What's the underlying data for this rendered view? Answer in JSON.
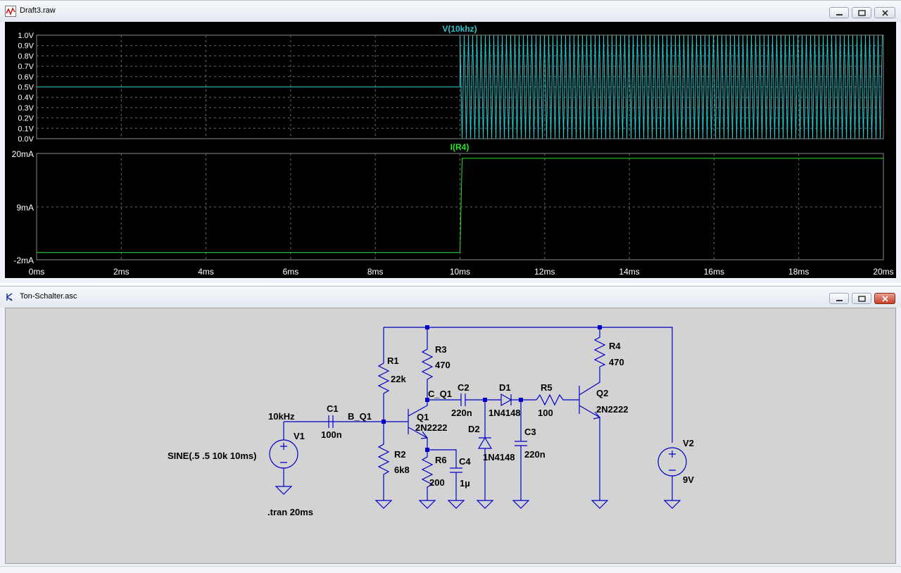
{
  "waveform_window": {
    "title": "Draft3.raw",
    "pane1": {
      "trace_label": "V(10khz)",
      "y_ticks": [
        "1.0V",
        "0.9V",
        "0.8V",
        "0.7V",
        "0.6V",
        "0.5V",
        "0.4V",
        "0.3V",
        "0.2V",
        "0.1V",
        "0.0V"
      ]
    },
    "pane2": {
      "trace_label": "I(R4)",
      "y_ticks": [
        "20mA",
        "9mA",
        "-2mA"
      ]
    },
    "x_ticks": [
      "0ms",
      "2ms",
      "4ms",
      "6ms",
      "8ms",
      "10ms",
      "12ms",
      "14ms",
      "16ms",
      "18ms",
      "20ms"
    ],
    "colors": {
      "voltage_trace": "#2bc6cc",
      "current_trace": "#2ee52e",
      "label_voltage": "#2bc6cc",
      "label_current": "#2ee52e"
    }
  },
  "chart_data": [
    {
      "type": "line",
      "series": [
        {
          "name": "V(10khz)",
          "description_points": [
            [
              0,
              0.5
            ],
            [
              10,
              0.5
            ]
          ],
          "after_10ms": "10 kHz sine, 0.0V to 1.0V"
        }
      ],
      "xlim": [
        0,
        20
      ],
      "ylim": [
        0.0,
        1.0
      ]
    },
    {
      "type": "line",
      "series": [
        {
          "name": "I(R4)",
          "x": [
            0,
            10,
            10.05,
            20
          ],
          "y": [
            -0.5,
            -0.5,
            19,
            19
          ]
        }
      ],
      "xlim": [
        0,
        20
      ],
      "ylim": [
        -2,
        20
      ]
    }
  ],
  "schematic_window": {
    "title": "Ton-Schalter.asc",
    "labels": {
      "R1": "R1",
      "R1v": "22k",
      "R2": "R2",
      "R2v": "6k8",
      "R3": "R3",
      "R3v": "470",
      "R4": "R4",
      "R4v": "470",
      "R5": "R5",
      "R5v": "100",
      "R6": "R6",
      "R6v": "200",
      "C1": "C1",
      "C1v": "100n",
      "C2": "C2",
      "C2v": "220n",
      "C3": "C3",
      "C3v": "220n",
      "C4": "C4",
      "C4v": "1µ",
      "D1": "D1",
      "D1v": "1N4148",
      "D2": "D2",
      "D2v": "1N4148",
      "Q1": "Q1",
      "Q1v": "2N2222",
      "Q2": "Q2",
      "Q2v": "2N2222",
      "V1": "V1",
      "V1v": "SINE(.5 .5 10k 10ms)",
      "V2": "V2",
      "V2v": "9V",
      "net_10khz": "10kHz",
      "net_bq1": "B_Q1",
      "net_cq1": "C_Q1",
      "directive": ".tran 20ms"
    },
    "colors": {
      "wire": "#0000c8",
      "background": "#d3d3d3"
    }
  }
}
